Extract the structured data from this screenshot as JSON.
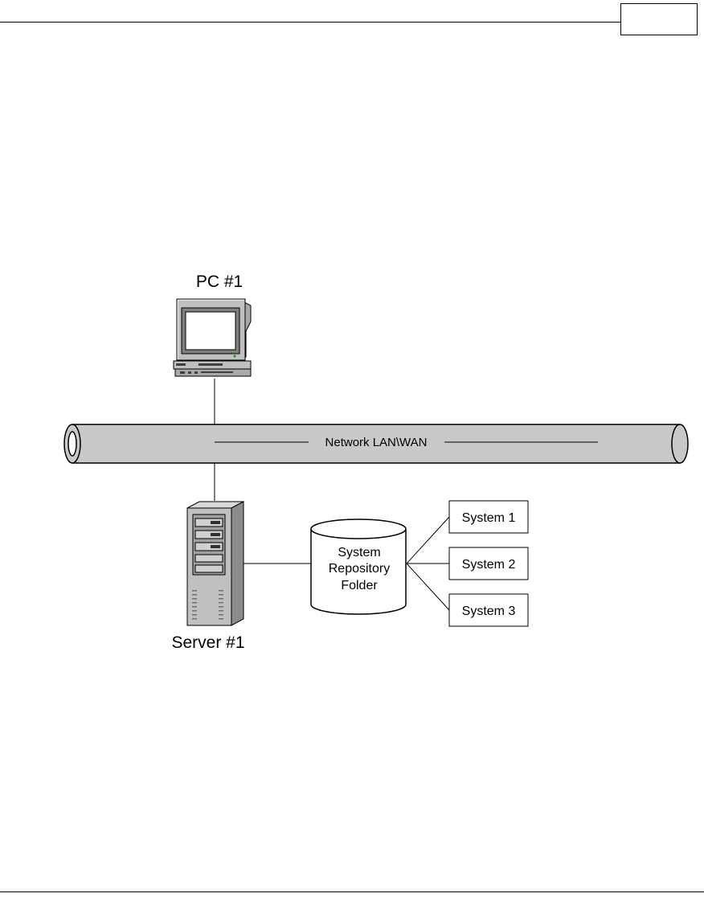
{
  "page": {
    "page_number": ""
  },
  "diagram": {
    "pc_label": "PC #1",
    "network_label": "Network LAN\\WAN",
    "server_label": "Server #1",
    "repository_label": [
      "System",
      "Repository",
      "Folder"
    ],
    "systems": [
      "System 1",
      "System 2",
      "System 3"
    ]
  },
  "colors": {
    "line": "#000000",
    "pipe_fill": "#c9c9c9",
    "device_fill": "#c0c0c0",
    "screen_fill": "#ffffff"
  }
}
